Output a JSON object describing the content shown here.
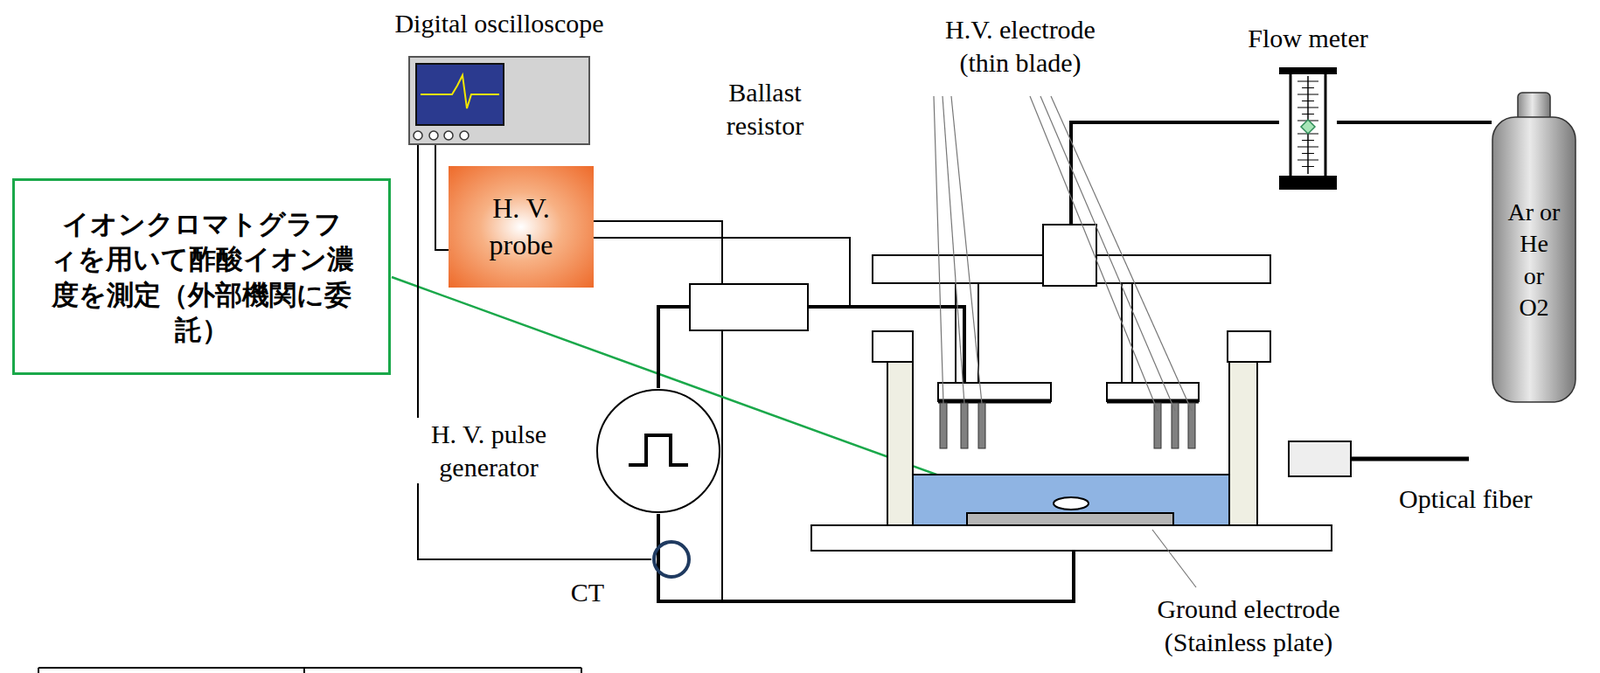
{
  "diagram": {
    "nodes": [
      {
        "text": [
          "Digital oscilloscope"
        ]
      },
      {
        "text": [
          "イオンクロマトグラフィを用いて酢酸イオン濃度を測定（外部機関に委託）"
        ]
      },
      {
        "text": [
          "H. V. probe"
        ]
      },
      {
        "text": [
          "Ballast resistor"
        ]
      },
      {
        "text": [
          "H. V. pulse generator"
        ]
      },
      {
        "text": [
          "CT"
        ]
      },
      {
        "text": [
          "Flow meter"
        ]
      },
      {
        "text": [
          "Ar or He or O2"
        ]
      },
      {
        "text": [
          "Optical fiber"
        ]
      }
    ],
    "edges": [
      {
        "from": 0,
        "to": 2,
        "arrow": "none"
      },
      {
        "from": 0,
        "to": 5,
        "arrow": "none"
      },
      {
        "from": 2,
        "to": 3,
        "arrow": "none"
      },
      {
        "from": 4,
        "to": 3,
        "arrow": "none"
      },
      {
        "from": 7,
        "to": 6,
        "arrow": "none"
      }
    ],
    "labels": [
      "H.V. electrode (thin blade)",
      "Ground electrode (Stainless plate)"
    ]
  }
}
